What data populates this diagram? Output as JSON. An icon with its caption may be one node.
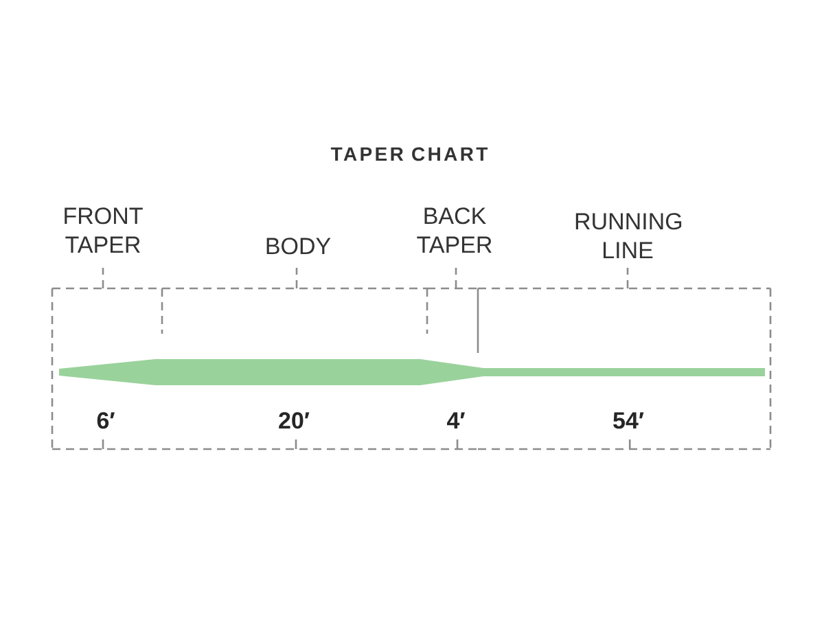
{
  "diagram": {
    "title": "TAPER CHART",
    "labels": [
      "FRONT TAPER",
      "BODY",
      "BACK TAPER",
      "RUNNING LINE",
      "6′",
      "20′",
      "4′",
      "54′"
    ]
  }
}
